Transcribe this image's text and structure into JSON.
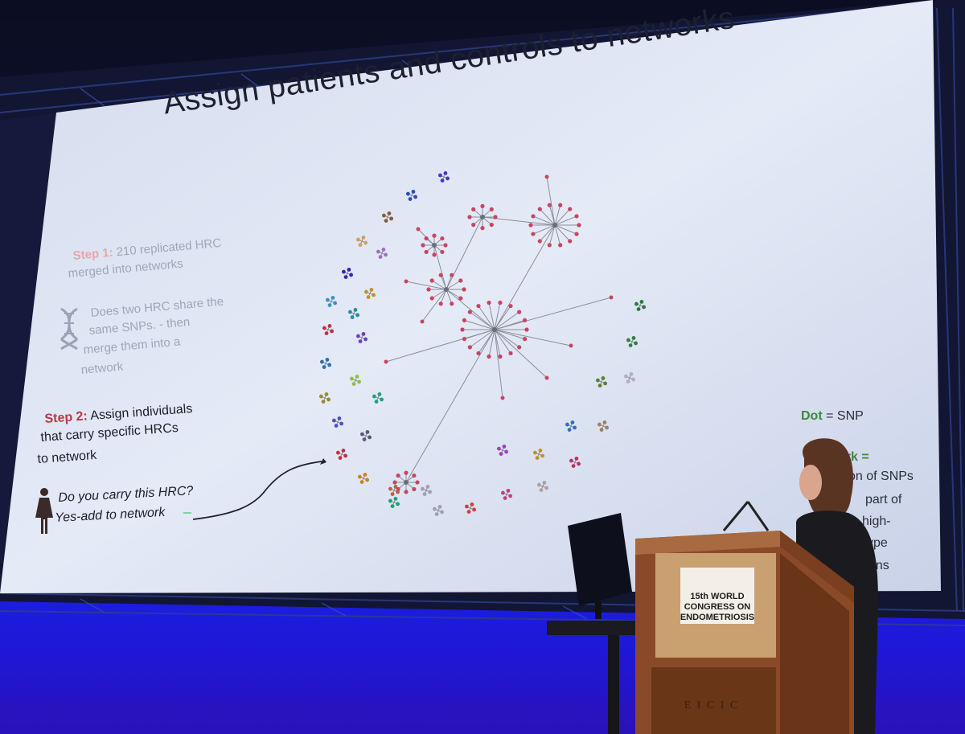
{
  "slide": {
    "title": "Assign patients and controls to networks",
    "step1_label": "Step 1:",
    "step1_text_line1": " 210 replicated HRC",
    "step1_text_line2": "merged into networks",
    "dna_text_line1": "Does two HRC share the",
    "dna_text_line2": "same SNPs. - then",
    "dna_text_line3": "merge them into a",
    "dna_text_line4": "network",
    "step2_label": "Step 2:",
    "step2_text_line1": " Assign individuals",
    "step2_text_line2": "that carry specific HRCs",
    "step2_text_line3": "to network",
    "carry_question": "Do you carry this HRC?",
    "carry_answer": "Yes-add to network",
    "legend_dot_label": "Dot",
    "legend_dot_text": " = SNP",
    "legend_network_fragment": "ork =",
    "legend_fragments": [
      "on of SNPs",
      "part of",
      "high-",
      "ype",
      "ons"
    ]
  },
  "podium": {
    "sign_line1": "15th WORLD",
    "sign_line2": "CONGRESS ON",
    "sign_line3": "ENDOMETRIOSIS",
    "front_lettering": "E I C I C"
  },
  "icons": [
    "dna-icon",
    "woman-icon",
    "arrow-icon",
    "network-graph"
  ],
  "colors": {
    "step1_accent": "#e7a7a9",
    "step2_accent": "#b8393f",
    "legend_accent": "#3b8a3a",
    "node_main": "#c84560",
    "edge": "#8a8f9a",
    "stage_blue": "#1f1ad8"
  }
}
